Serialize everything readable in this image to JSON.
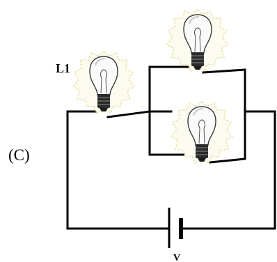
{
  "figure": {
    "option_label": "(C)",
    "bulb_label": "L1",
    "source_label": "V"
  }
}
